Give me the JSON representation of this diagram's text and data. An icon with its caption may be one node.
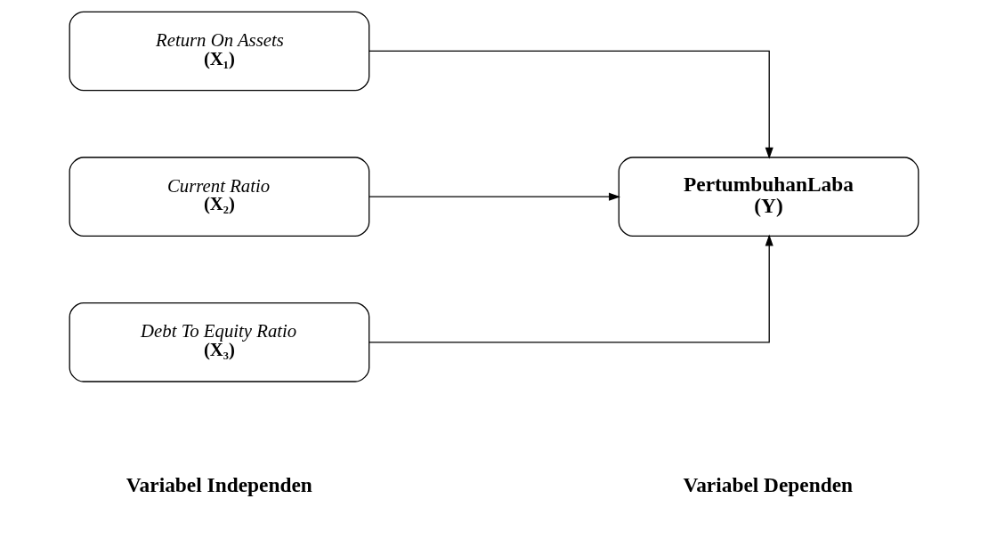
{
  "diagram": {
    "nodes": [
      {
        "text": [
          "Return On Assets",
          "(X₁)"
        ]
      },
      {
        "text": [
          "Current Ratio",
          "(X₂)"
        ]
      },
      {
        "text": [
          "Debt To Equity Ratio",
          "(X₃)"
        ]
      },
      {
        "text": [
          "PertumbuhanLaba",
          "(Y)"
        ]
      }
    ],
    "edges": [
      {
        "from": 0,
        "to": 3,
        "arrow": "to"
      },
      {
        "from": 1,
        "to": 3,
        "arrow": "to"
      },
      {
        "from": 2,
        "to": 3,
        "arrow": "to"
      }
    ],
    "labels": [
      "Variabel Independen",
      "Variabel Dependen"
    ]
  }
}
